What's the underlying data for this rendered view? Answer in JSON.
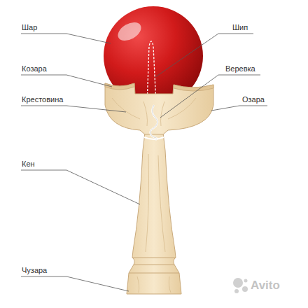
{
  "diagram": {
    "labels": [
      "Шар",
      "Шип",
      "Козара",
      "Веревка",
      "Крестовина",
      "Озара",
      "Кен",
      "Чузара",
      "Avito"
    ]
  }
}
